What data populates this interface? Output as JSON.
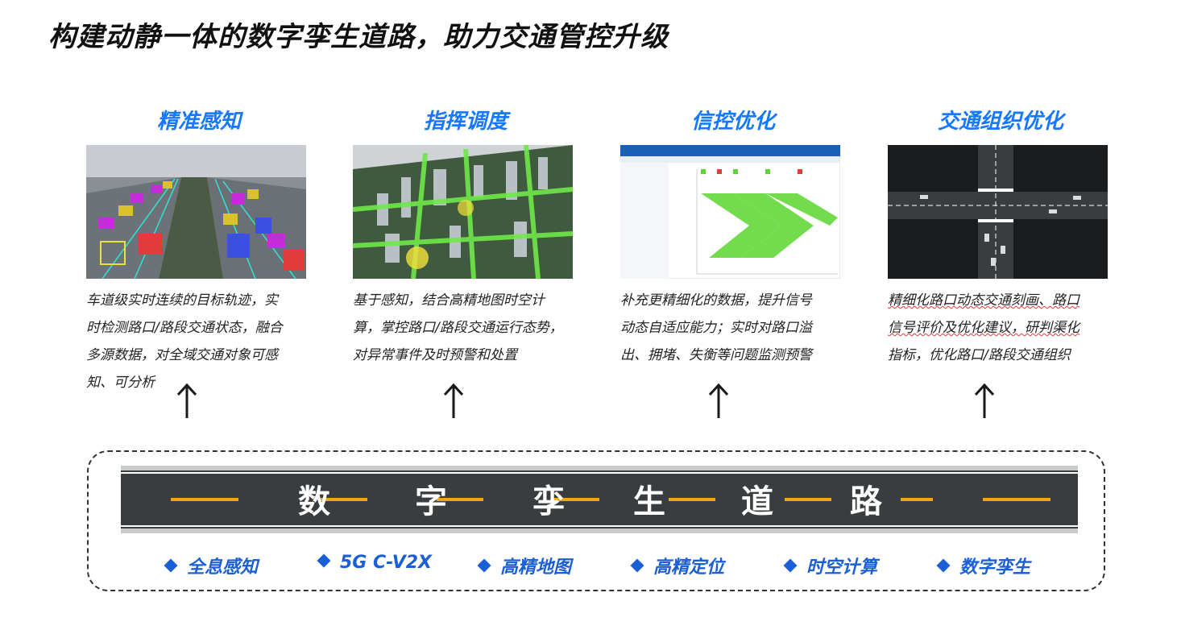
{
  "title": "构建动静一体的数字孪生道路，助力交通管控升级",
  "columns": [
    {
      "heading": "精准感知",
      "lines": [
        "车道级实时连续的目标轨迹，实",
        "时检测路口/路段交通状态，融合",
        "多源数据，对全域交通对象可感",
        "知、可分析"
      ]
    },
    {
      "heading": "指挥调度",
      "lines": [
        "基于感知，结合高精地图时空计",
        "算，掌控路口/路段交通运行态势，",
        "对异常事件及时预警和处置"
      ]
    },
    {
      "heading": "信控优化",
      "lines": [
        "补充更精细化的数据，提升信号",
        "动态自适应能力；实时对路口溢",
        "出、拥堵、失衡等问题监测预警"
      ]
    },
    {
      "heading": "交通组织优化",
      "lines": [
        "精细化路口动态交通刻画、路口",
        "信号评价及优化建议，研判渠化",
        "指标，优化路口/路段交通组织"
      ]
    }
  ],
  "road_chars": [
    "数",
    "字",
    "孪",
    "生",
    "道",
    "路"
  ],
  "tags": [
    "全息感知",
    "5G C-V2X",
    "高精地图",
    "高精定位",
    "时空计算",
    "数字孪生"
  ],
  "colors": {
    "heading": "#1677ff",
    "tag": "#1b5fd6",
    "road": "#3a3d3f",
    "lane_mark": "#f2a413"
  }
}
